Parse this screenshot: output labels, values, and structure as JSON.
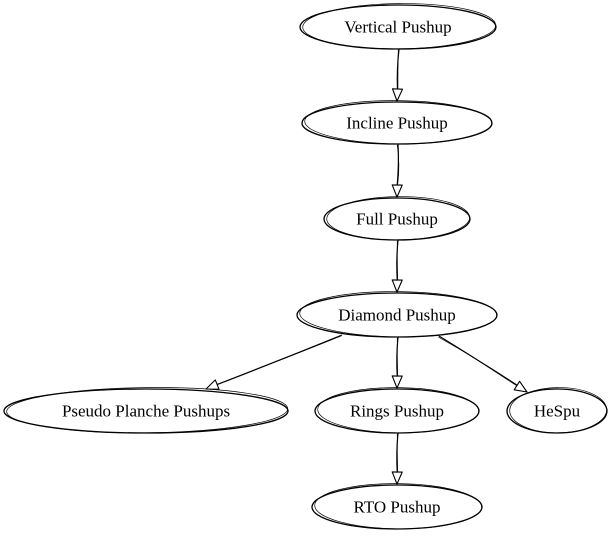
{
  "nodes": [
    {
      "id": "vertical",
      "label": "Vertical Pushup"
    },
    {
      "id": "incline",
      "label": "Incline Pushup"
    },
    {
      "id": "full",
      "label": "Full Pushup"
    },
    {
      "id": "diamond",
      "label": "Diamond Pushup"
    },
    {
      "id": "pseudo",
      "label": "Pseudo Planche Pushups"
    },
    {
      "id": "rings",
      "label": "Rings Pushup"
    },
    {
      "id": "hespu",
      "label": "HeSpu"
    },
    {
      "id": "rto",
      "label": "RTO Pushup"
    }
  ],
  "edges": [
    {
      "from": "vertical",
      "to": "incline"
    },
    {
      "from": "incline",
      "to": "full"
    },
    {
      "from": "full",
      "to": "diamond"
    },
    {
      "from": "diamond",
      "to": "pseudo"
    },
    {
      "from": "diamond",
      "to": "rings"
    },
    {
      "from": "diamond",
      "to": "hespu"
    },
    {
      "from": "rings",
      "to": "rto"
    }
  ]
}
